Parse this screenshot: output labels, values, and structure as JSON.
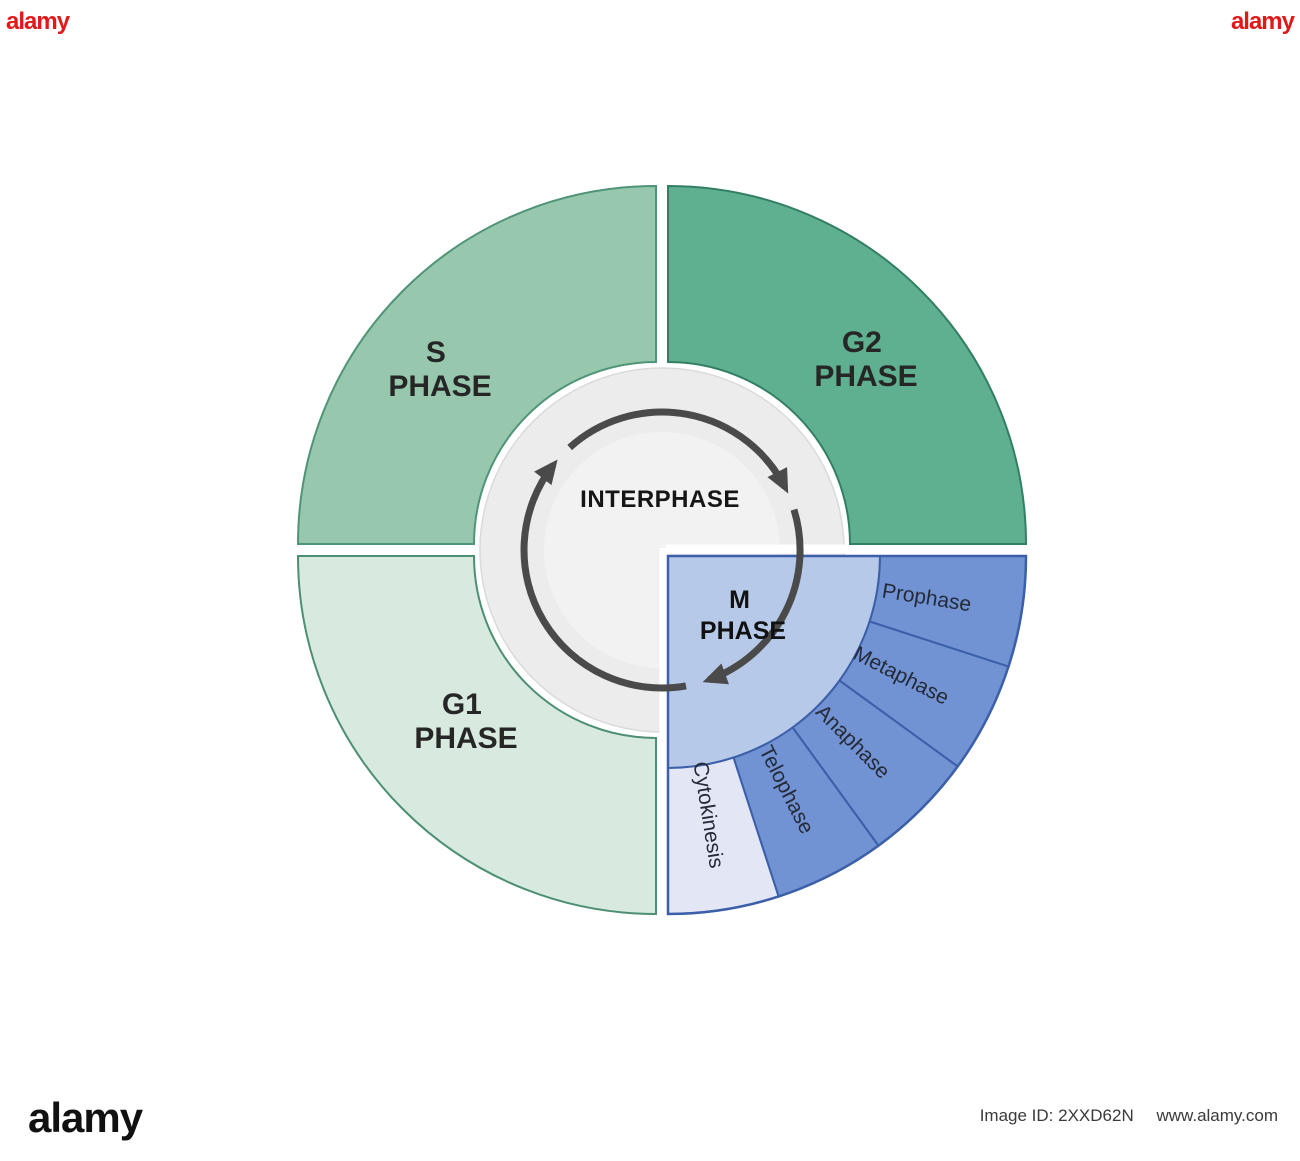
{
  "watermark": {
    "brand": "alamy",
    "corner_mark": "alamy",
    "image_id": "Image ID: 2XXD62N",
    "site": "www.alamy.com"
  },
  "diagram": {
    "title_semantic": "cell-cycle-phases",
    "center_label": "INTERPHASE",
    "colors": {
      "inner_disc": "#ececec",
      "inner_disc_core": "#f2f2f2",
      "s_phase": "#97c8ad",
      "g2_phase": "#5fb091",
      "g1_phase": "#d8eae0",
      "m_inner": "#b7c9e8",
      "green_stroke": "#4c8f72",
      "g2_stroke": "#337f63",
      "blue_stroke": "#3b5fa8",
      "arrow": "#4a4a4a"
    },
    "phases": {
      "s": {
        "line1": "S",
        "line2": "PHASE"
      },
      "g2": {
        "line1": "G2",
        "line2": "PHASE"
      },
      "g1": {
        "line1": "G1",
        "line2": "PHASE"
      },
      "m": {
        "line1": "M",
        "line2": "PHASE"
      }
    },
    "m_subphases": [
      {
        "label": "Prophase",
        "color": "#7193d3"
      },
      {
        "label": "Metaphase",
        "color": "#7193d3"
      },
      {
        "label": "Anaphase",
        "color": "#7193d3"
      },
      {
        "label": "Telophase",
        "color": "#7193d3"
      },
      {
        "label": "Cytokinesis",
        "color": "#e3e7f5"
      }
    ]
  }
}
